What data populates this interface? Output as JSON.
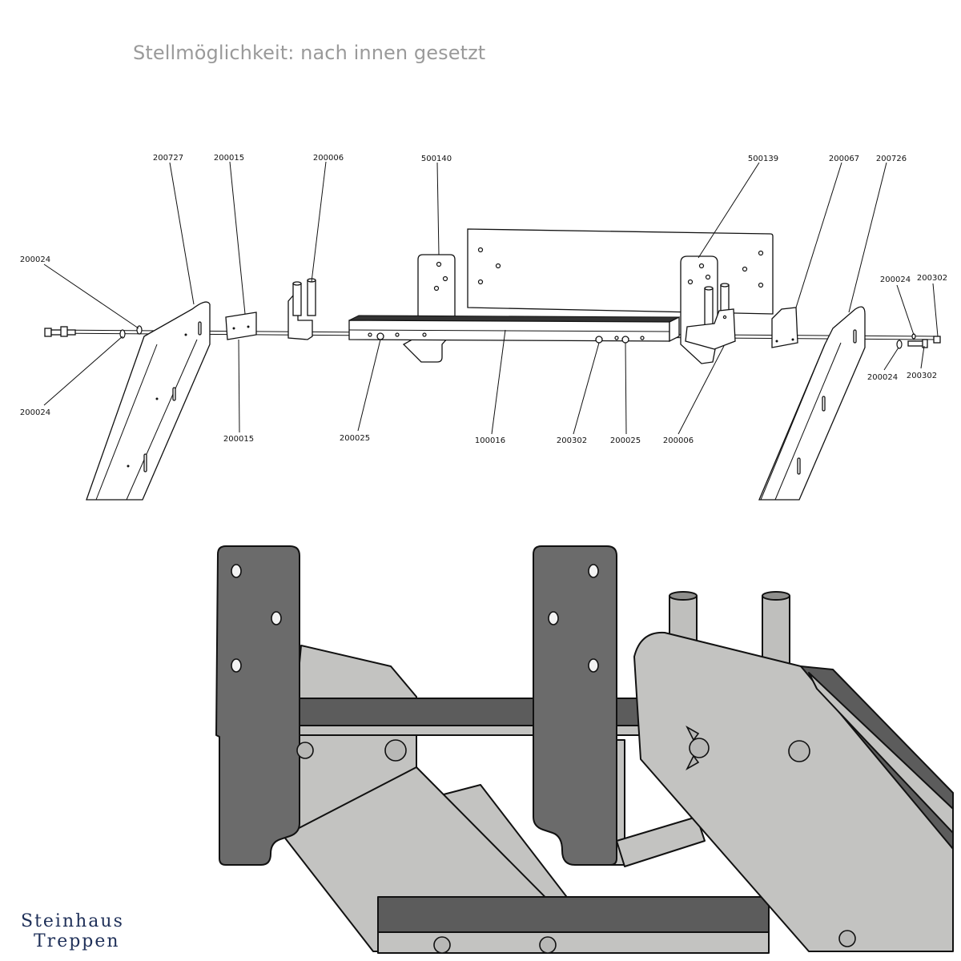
{
  "heading": "Stellmöglichkeit: nach innen gesetzt",
  "part_labels": [
    "200727",
    "200015",
    "200006",
    "500140",
    "500139",
    "200067",
    "200726",
    "200024",
    "200024",
    "200015",
    "200025",
    "100016",
    "200302",
    "200025",
    "200006",
    "200024",
    "200302",
    "200024",
    "200302"
  ],
  "logo": {
    "line1": "Steinhaus",
    "line2": "Treppen",
    "color": "#1e2f58"
  },
  "colors": {
    "dark_plate": "#6b6b6b",
    "light_plate": "#c3c3c1",
    "bar": "#5c5c5c",
    "outline": "#111111"
  }
}
